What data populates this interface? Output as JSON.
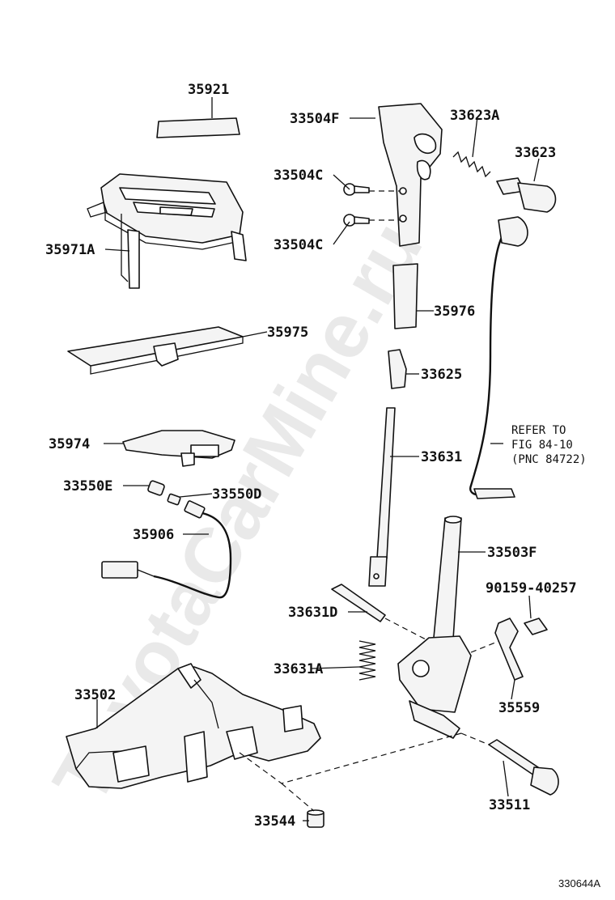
{
  "watermark": "ToyotaCarMine.ru",
  "labels": {
    "p35921": "35921",
    "p33504F": "33504F",
    "p33623A": "33623A",
    "p33623": "33623",
    "p33504C_top": "33504C",
    "p33504C_bottom": "33504C",
    "p35971A": "35971A",
    "p35976": "35976",
    "p35975": "35975",
    "p33625": "33625",
    "p35974": "35974",
    "p33631": "33631",
    "p33550E": "33550E",
    "p33550D": "33550D",
    "p35906": "35906",
    "p33503F": "33503F",
    "p90159": "90159-40257",
    "p33631D": "33631D",
    "p33631A": "33631A",
    "p35559": "35559",
    "p33502": "33502",
    "p33511": "33511",
    "p33544": "33544"
  },
  "note": {
    "line1": "REFER TO",
    "line2": "FIG 84-10",
    "line3": "(PNC 84722)"
  },
  "figure_code": "330644A"
}
